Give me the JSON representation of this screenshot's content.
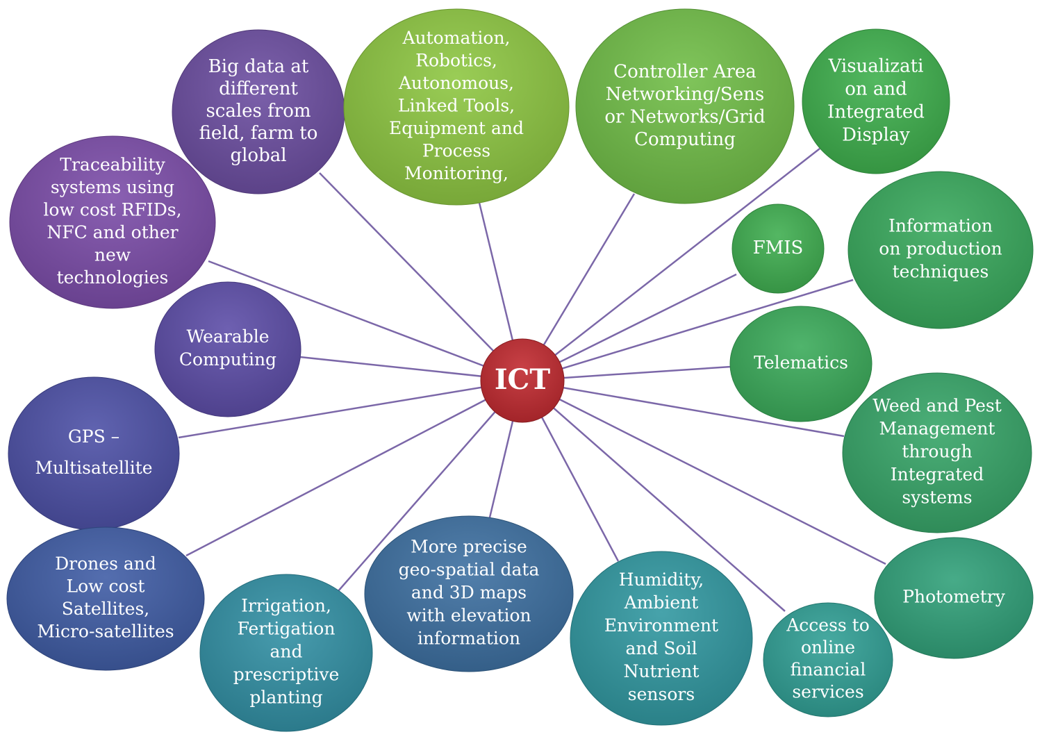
{
  "hub": {
    "label": "ICT",
    "color": "#c0272d"
  },
  "connector_color": "#7b67a8",
  "nodes": [
    {
      "id": "big-data",
      "lines": [
        "Big data at",
        "different",
        "scales from",
        "field, farm to",
        "global"
      ],
      "color": "#6a4ba0"
    },
    {
      "id": "automation",
      "lines": [
        "Automation,",
        "Robotics,",
        "Autonomous,",
        "Linked Tools,",
        "Equipment and",
        "Process",
        "Monitoring,"
      ],
      "color": "#8cc63f"
    },
    {
      "id": "controller-area",
      "lines": [
        "Controller Area",
        "Networking/Sens",
        "or Networks/Grid",
        "Computing"
      ],
      "color": "#6fbd45"
    },
    {
      "id": "visualization",
      "lines": [
        "Visualizati",
        "on and",
        "Integrated",
        "Display"
      ],
      "color": "#3cae4a"
    },
    {
      "id": "traceability",
      "lines": [
        "Traceability",
        "systems using",
        "low cost RFIDs,",
        "NFC and other",
        "new",
        "technologies"
      ],
      "color": "#7a4aa8"
    },
    {
      "id": "fmis",
      "lines": [
        "FMIS"
      ],
      "color": "#3dad4e"
    },
    {
      "id": "information-production",
      "lines": [
        "Information",
        "on production",
        "techniques"
      ],
      "color": "#36a85a"
    },
    {
      "id": "wearable",
      "lines": [
        "Wearable",
        "Computing"
      ],
      "color": "#5a4aa6"
    },
    {
      "id": "telematics",
      "lines": [
        "Telematics"
      ],
      "color": "#38aa58"
    },
    {
      "id": "gps",
      "lines": [
        "GPS –",
        "Multisatellite"
      ],
      "color": "#4a4ea5"
    },
    {
      "id": "weed-pest",
      "lines": [
        "Weed and Pest",
        "Management",
        "through",
        "Integrated",
        "systems"
      ],
      "color": "#34a466"
    },
    {
      "id": "drones",
      "lines": [
        "Drones and",
        "Low cost",
        "Satellites,",
        "Micro-satellites"
      ],
      "color": "#3d5aa4"
    },
    {
      "id": "photometry",
      "lines": [
        "Photometry"
      ],
      "color": "#2ea078"
    },
    {
      "id": "irrigation",
      "lines": [
        "Irrigation,",
        "Fertigation",
        "and",
        "prescriptive",
        "planting"
      ],
      "color": "#2f8fa3"
    },
    {
      "id": "geo-spatial",
      "lines": [
        "More precise",
        "geo-spatial data",
        "and 3D maps",
        "with elevation",
        "information"
      ],
      "color": "#3a6ea0"
    },
    {
      "id": "humidity",
      "lines": [
        "Humidity,",
        "Ambient",
        "Environment",
        "and Soil",
        "Nutrient",
        "sensors"
      ],
      "color": "#2e97a0"
    },
    {
      "id": "financial",
      "lines": [
        "Access to",
        "online",
        "financial",
        "services"
      ],
      "color": "#2e9e94"
    }
  ]
}
